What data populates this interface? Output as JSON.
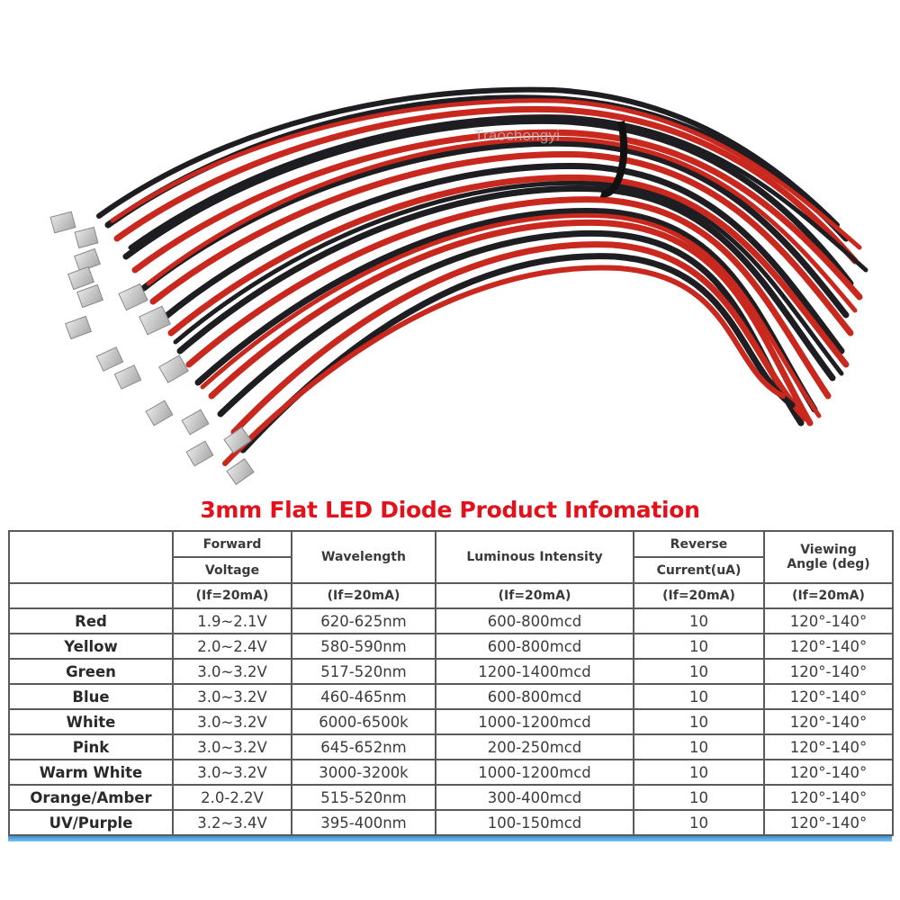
{
  "photo": {
    "description": "Bundle of 3mm flat LEDs with pre-wired red and black leads",
    "watermark": "Traochongyi"
  },
  "title": "3mm Flat LED Diode Product Infomation",
  "colors": {
    "title": "#e3111b",
    "border": "#5a5a5a",
    "bottom_bar": "#3b8fd0",
    "wire_red": "#c8281e",
    "wire_black": "#1e1e22"
  },
  "table": {
    "headers": {
      "forward_voltage": [
        "Forward",
        "Voltage"
      ],
      "wavelength": "Wavelength",
      "luminous_intensity": "Luminous Intensity",
      "reverse_current": [
        "Reverse",
        "Current(uA)"
      ],
      "viewing_angle": [
        "Viewing",
        "Angle (deg)"
      ]
    },
    "conditions": [
      "(If=20mA)",
      "(If=20mA)",
      "(If=20mA)",
      "(If=20mA)",
      "(If=20mA)"
    ],
    "rows": [
      {
        "color": "Red",
        "voltage": "1.9~2.1V",
        "wavelength": "620-625nm",
        "intensity": "600-800mcd",
        "reverse_current": "10",
        "angle": "120°-140°"
      },
      {
        "color": "Yellow",
        "voltage": "2.0~2.4V",
        "wavelength": "580-590nm",
        "intensity": "600-800mcd",
        "reverse_current": "10",
        "angle": "120°-140°"
      },
      {
        "color": "Green",
        "voltage": "3.0~3.2V",
        "wavelength": "517-520nm",
        "intensity": "1200-1400mcd",
        "reverse_current": "10",
        "angle": "120°-140°"
      },
      {
        "color": "Blue",
        "voltage": "3.0~3.2V",
        "wavelength": "460-465nm",
        "intensity": "600-800mcd",
        "reverse_current": "10",
        "angle": "120°-140°"
      },
      {
        "color": "White",
        "voltage": "3.0~3.2V",
        "wavelength": "6000-6500k",
        "intensity": "1000-1200mcd",
        "reverse_current": "10",
        "angle": "120°-140°"
      },
      {
        "color": "Pink",
        "voltage": "3.0~3.2V",
        "wavelength": "645-652nm",
        "intensity": "200-250mcd",
        "reverse_current": "10",
        "angle": "120°-140°"
      },
      {
        "color": "Warm White",
        "voltage": "3.0~3.2V",
        "wavelength": "3000-3200k",
        "intensity": "1000-1200mcd",
        "reverse_current": "10",
        "angle": "120°-140°"
      },
      {
        "color": "Orange/Amber",
        "voltage": "2.0-2.2V",
        "wavelength": "515-520nm",
        "intensity": "300-400mcd",
        "reverse_current": "10",
        "angle": "120°-140°"
      },
      {
        "color": "UV/Purple",
        "voltage": "3.2~3.4V",
        "wavelength": "395-400nm",
        "intensity": "100-150mcd",
        "reverse_current": "10",
        "angle": "120°-140°"
      }
    ]
  }
}
